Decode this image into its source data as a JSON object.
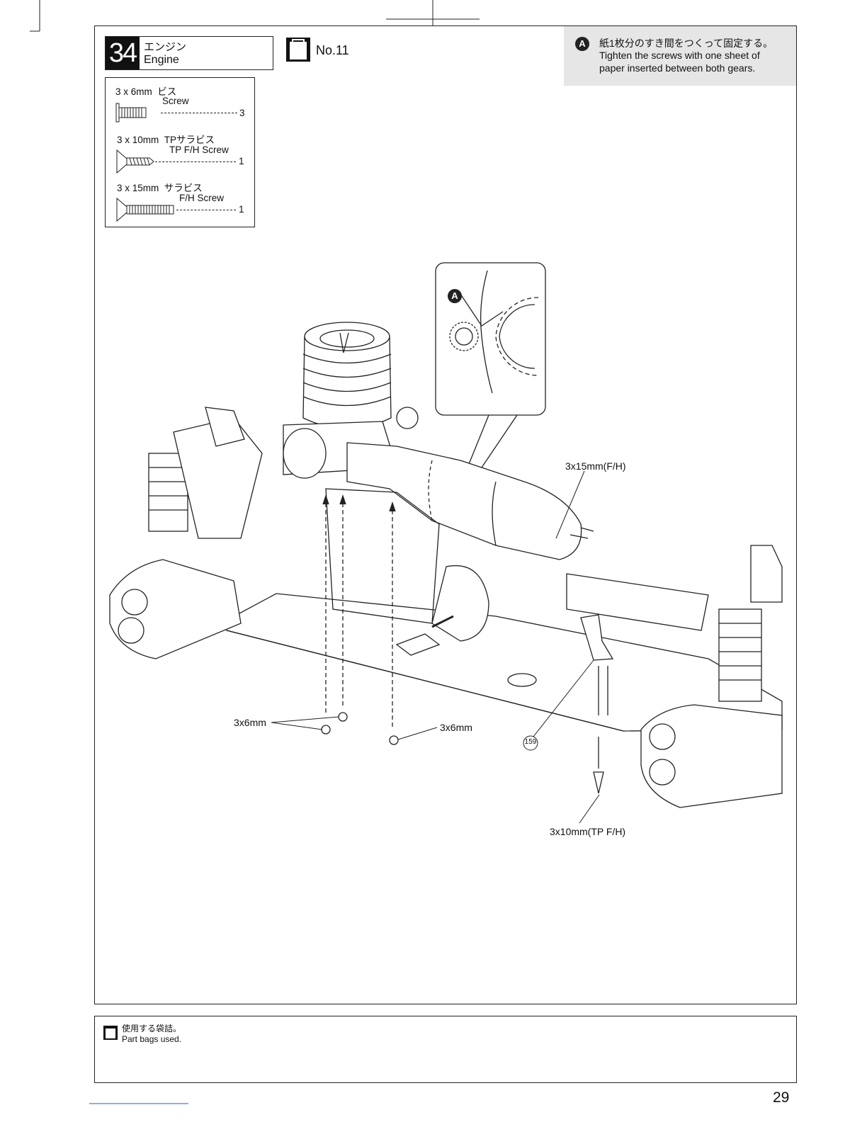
{
  "step": {
    "number": "34",
    "title_jp": "エンジン",
    "title_en": "Engine"
  },
  "bag": {
    "label": "No.11"
  },
  "note": {
    "marker": "A",
    "jp": "紙1枚分のすき間をつくって固定する。",
    "en_line1": "Tighten the screws with one sheet of",
    "en_line2": "paper inserted between both gears."
  },
  "parts": [
    {
      "size": "3 x 6mm",
      "name_jp": "ビス",
      "name_en": "Screw",
      "qty": "3"
    },
    {
      "size": "3 x 10mm",
      "name_jp": "TPサラビス",
      "name_en": "TP F/H Screw",
      "qty": "1"
    },
    {
      "size": "3 x 15mm",
      "name_jp": "サラビス",
      "name_en": "F/H Screw",
      "qty": "1"
    }
  ],
  "detail_marker": "A",
  "callouts": {
    "fh15": "3x15mm(F/H)",
    "m6_left": "3x6mm",
    "m6_right": "3x6mm",
    "part159": "159",
    "tp10": "3x10mm(TP F/H)"
  },
  "bottom": {
    "jp": "使用する袋詰。",
    "en": "Part bags used."
  },
  "page_number": "29"
}
